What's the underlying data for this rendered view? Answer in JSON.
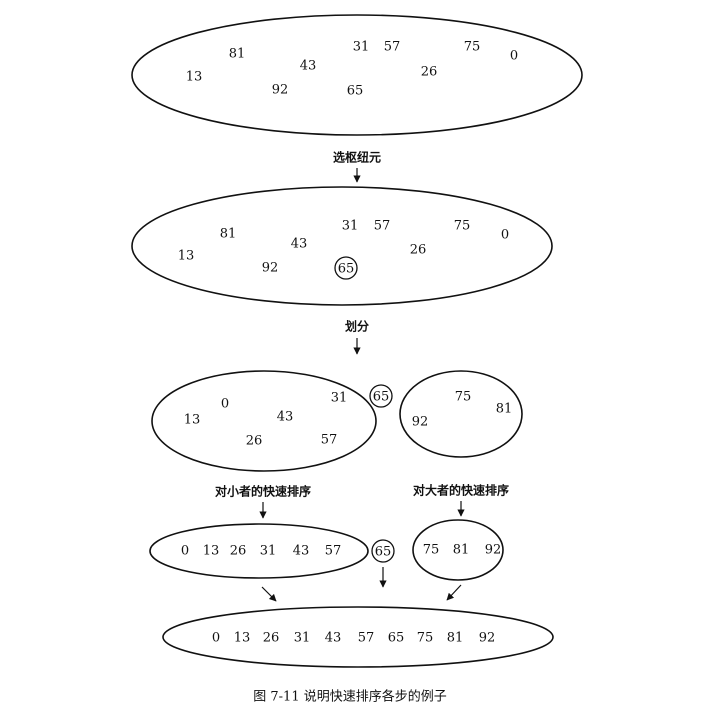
{
  "stage1": {
    "numbers": [
      "81",
      "31",
      "57",
      "75",
      "0",
      "13",
      "43",
      "26",
      "92",
      "65"
    ]
  },
  "step_choose": "选枢纽元",
  "stage2": {
    "numbers": [
      "81",
      "31",
      "57",
      "75",
      "0",
      "13",
      "43",
      "26",
      "92"
    ],
    "pivot": "65"
  },
  "step_partition": "划分",
  "stage3": {
    "left": [
      "0",
      "31",
      "13",
      "43",
      "26",
      "57"
    ],
    "pivot": "65",
    "right": [
      "75",
      "81",
      "92"
    ]
  },
  "step_sort_small": "对小者的快速排序",
  "step_sort_large": "对大者的快速排序",
  "stage4": {
    "left": [
      "0",
      "13",
      "26",
      "31",
      "43",
      "57"
    ],
    "pivot": "65",
    "right": [
      "75",
      "81",
      "92"
    ]
  },
  "stage5": {
    "numbers": [
      "0",
      "13",
      "26",
      "31",
      "43",
      "57",
      "65",
      "75",
      "81",
      "92"
    ]
  },
  "caption": "图 7-11   说明快速排序各步的例子"
}
